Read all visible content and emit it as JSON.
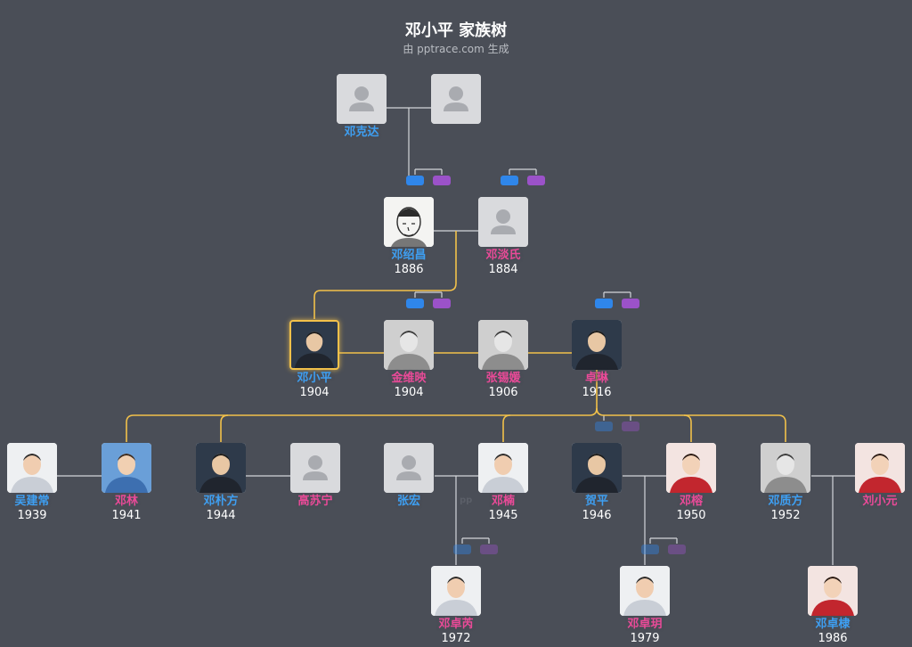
{
  "header": {
    "title": "邓小平 家族树",
    "subtitle": "由 pptrace.com 生成"
  },
  "colors": {
    "background": "#4a4e57",
    "male_name": "#3e9ff2",
    "female_name": "#ea4a98",
    "connector": "#d4d6da",
    "direct_line": "#f2c14a",
    "toggle_blue": "#2f86ea",
    "toggle_purple": "#9b52c9"
  },
  "people": [
    {
      "id": "gf",
      "name": "邓克达",
      "year": "",
      "gender": "m",
      "photo": "placeholder"
    },
    {
      "id": "gm",
      "name": "",
      "year": "",
      "gender": "f",
      "photo": "placeholder"
    },
    {
      "id": "fa",
      "name": "邓绍昌",
      "year": "1886",
      "gender": "m",
      "photo": "sketch"
    },
    {
      "id": "mo",
      "name": "邓淡氏",
      "year": "1884",
      "gender": "f",
      "photo": "placeholder"
    },
    {
      "id": "self",
      "name": "邓小平",
      "year": "1904",
      "gender": "m",
      "photo": "photo-dark"
    },
    {
      "id": "w1",
      "name": "金维映",
      "year": "1904",
      "gender": "f",
      "photo": "photo-bw"
    },
    {
      "id": "w2",
      "name": "张锡媛",
      "year": "1906",
      "gender": "f",
      "photo": "photo-bw"
    },
    {
      "id": "w3",
      "name": "卓琳",
      "year": "1916",
      "gender": "f",
      "photo": "photo-dark"
    },
    {
      "id": "c1s",
      "name": "吴建常",
      "year": "1939",
      "gender": "m",
      "photo": "photo-light"
    },
    {
      "id": "c1",
      "name": "邓林",
      "year": "1941",
      "gender": "f",
      "photo": "photo-blue"
    },
    {
      "id": "c2",
      "name": "邓朴方",
      "year": "1944",
      "gender": "m",
      "photo": "photo-dark"
    },
    {
      "id": "c2s",
      "name": "高苏宁",
      "year": "",
      "gender": "f",
      "photo": "placeholder"
    },
    {
      "id": "c3s",
      "name": "张宏",
      "year": "",
      "gender": "m",
      "photo": "placeholder"
    },
    {
      "id": "c3",
      "name": "邓楠",
      "year": "1945",
      "gender": "f",
      "photo": "photo-light"
    },
    {
      "id": "c4s",
      "name": "贺平",
      "year": "1946",
      "gender": "m",
      "photo": "photo-dark"
    },
    {
      "id": "c4",
      "name": "邓榕",
      "year": "1950",
      "gender": "f",
      "photo": "photo-red"
    },
    {
      "id": "c5",
      "name": "邓质方",
      "year": "1952",
      "gender": "m",
      "photo": "photo-bw"
    },
    {
      "id": "c5s",
      "name": "刘小元",
      "year": "",
      "gender": "f",
      "photo": "photo-red"
    },
    {
      "id": "g1",
      "name": "邓卓芮",
      "year": "1972",
      "gender": "f",
      "photo": "photo-light"
    },
    {
      "id": "g2",
      "name": "邓卓玥",
      "year": "1979",
      "gender": "f",
      "photo": "photo-light"
    },
    {
      "id": "g3",
      "name": "邓卓棣",
      "year": "1986",
      "gender": "m",
      "photo": "photo-red"
    }
  ],
  "watermark": "pp"
}
